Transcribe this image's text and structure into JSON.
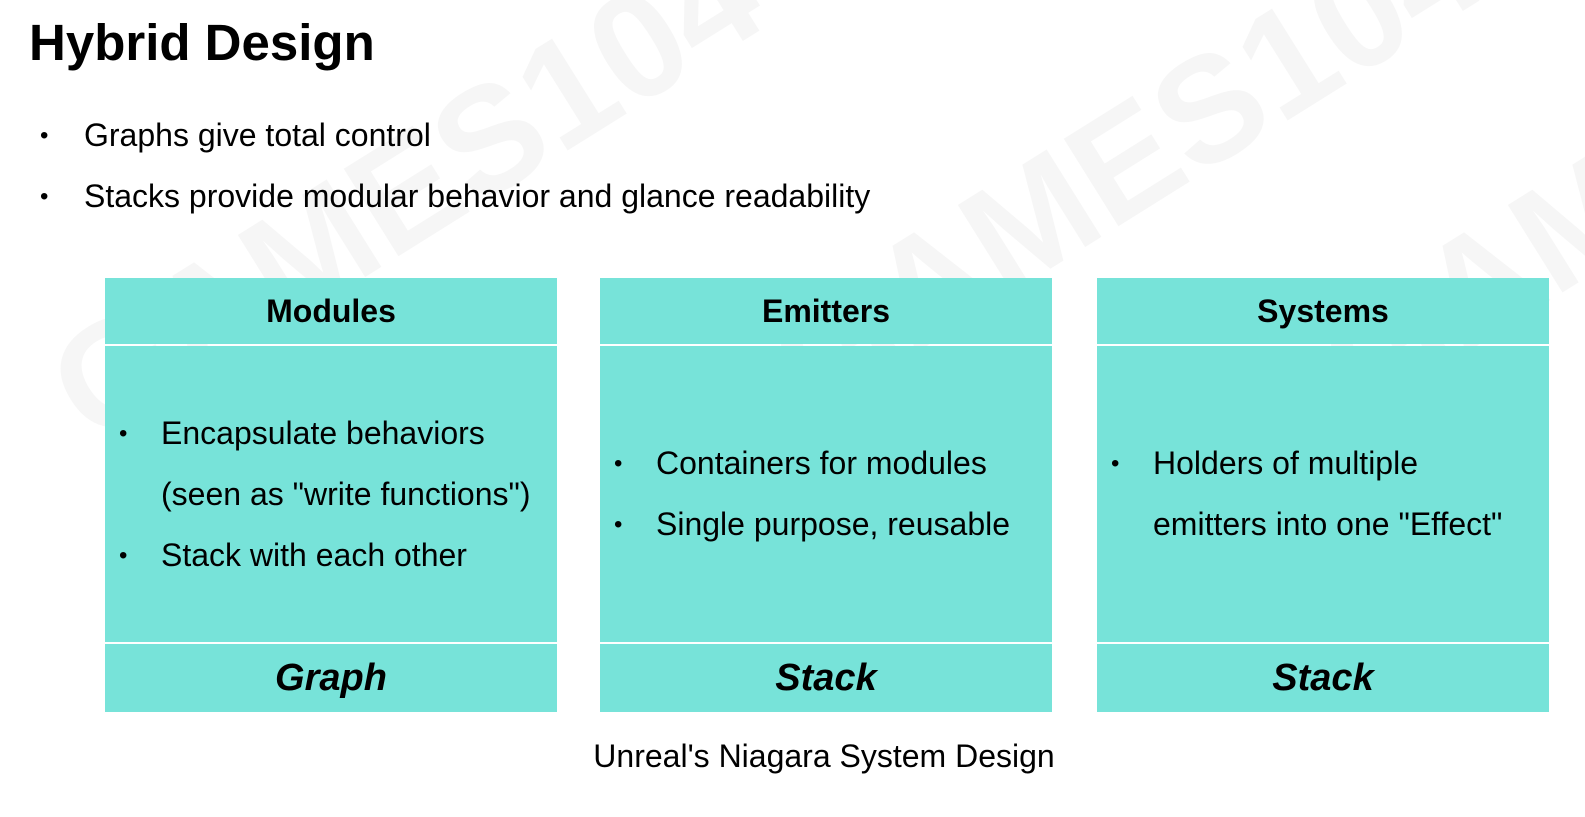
{
  "title": "Hybrid Design",
  "bullets": [
    "Graphs give total control",
    "Stacks provide modular behavior and glance readability"
  ],
  "panels": [
    {
      "header": "Modules",
      "items": [
        "Encapsulate behaviors (seen as \"write functions\")",
        "Stack with each other"
      ],
      "footer": "Graph"
    },
    {
      "header": "Emitters",
      "items": [
        "Containers for modules",
        "Single purpose, reusable"
      ],
      "footer": "Stack"
    },
    {
      "header": "Systems",
      "items": [
        "Holders of multiple emitters into one \"Effect\""
      ],
      "footer": "Stack"
    }
  ],
  "caption": "Unreal's Niagara System Design",
  "watermark": "GAMES104",
  "colors": {
    "panel_fill": "#77e3d9",
    "text": "#000000",
    "background": "#ffffff"
  }
}
